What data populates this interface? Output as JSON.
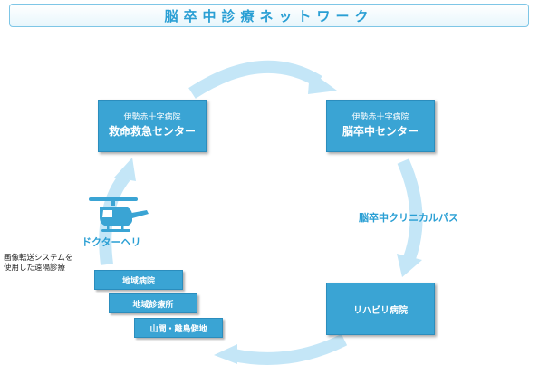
{
  "title": "脳卒中診療ネットワーク",
  "nodes": {
    "emergency": {
      "sub": "伊勢赤十字病院",
      "main": "救命救急センター"
    },
    "stroke": {
      "sub": "伊勢赤十字病院",
      "main": "脳卒中センター"
    },
    "rehab": {
      "label": "リハビリ病院"
    },
    "local_hospital": {
      "label": "地域病院"
    },
    "local_clinic": {
      "label": "地域診療所"
    },
    "remote": {
      "label": "山間・離島僻地"
    }
  },
  "labels": {
    "clinical_path": "脳卒中クリニカルパス",
    "helicopter": "ドクターヘリ",
    "image_transfer": "画像転送システムを\n使用した遠隔診療"
  },
  "colors": {
    "box": "#3aa4d4",
    "arrow": "#c4e6f7",
    "accent_text": "#2a9fd4"
  },
  "icons": [
    "helicopter-icon"
  ]
}
